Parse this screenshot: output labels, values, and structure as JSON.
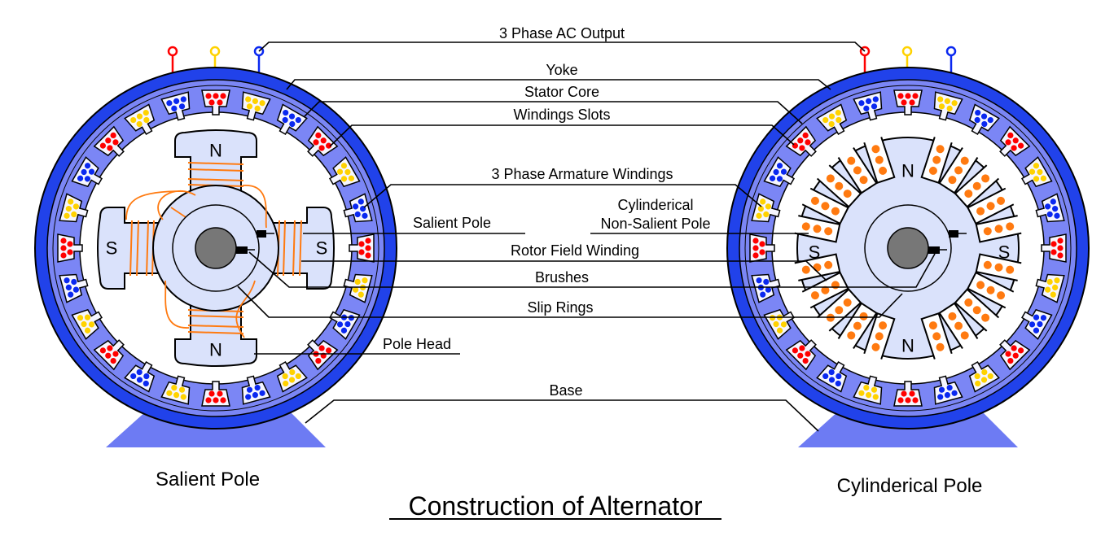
{
  "title": "Construction of Alternator",
  "captions": {
    "left": "Salient Pole",
    "right": "Cylinderical Pole"
  },
  "labels": {
    "ac_output": "3 Phase AC Output",
    "yoke": "Yoke",
    "stator_core": "Stator Core",
    "windings_slots": "Windings Slots",
    "armature_windings": "3 Phase Armature Windings",
    "salient_pole": "Salient Pole",
    "cylinderical_line1": "Cylinderical",
    "cylinderical_line2": "Non-Salient Pole",
    "rotor_field_winding": "Rotor Field Winding",
    "brushes": "Brushes",
    "slip_rings": "Slip Rings",
    "pole_head": "Pole Head",
    "base": "Base"
  },
  "pole_letters": {
    "north": "N",
    "south": "S"
  },
  "colors": {
    "yoke": "#2142ea",
    "stator_core": "#7b86f5",
    "rotor": "#dae2fb",
    "shaft": "#777777",
    "base": "#6d7bf3",
    "phase_a": "#ff0000",
    "phase_b": "#ffd200",
    "phase_c": "#0a28f0",
    "field_winding": "#ff7a10"
  }
}
